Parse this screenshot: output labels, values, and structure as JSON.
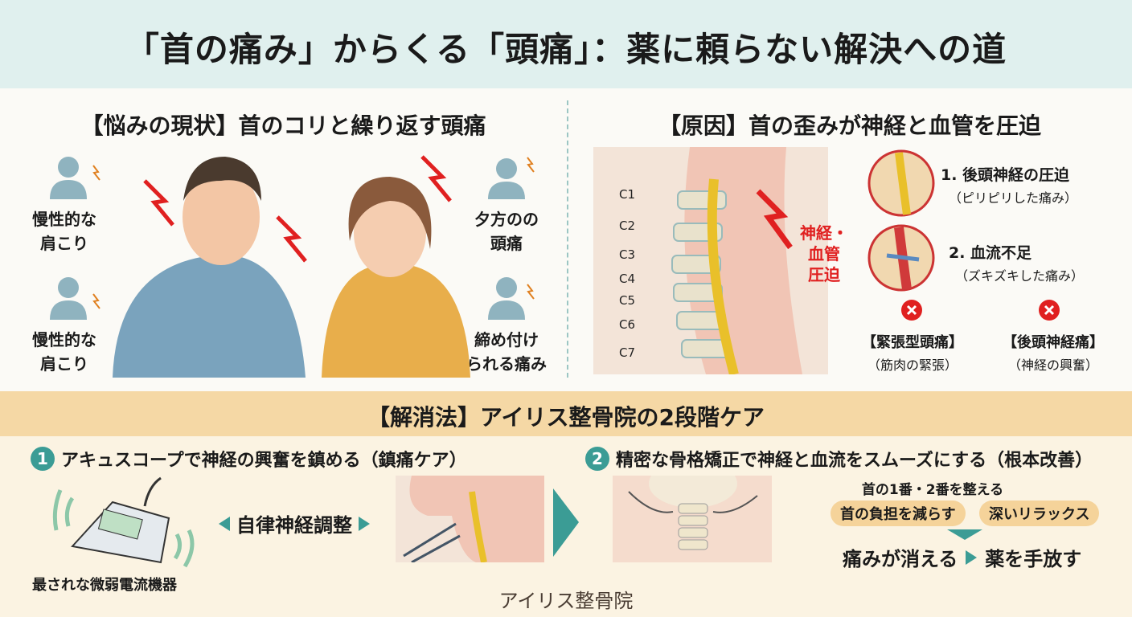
{
  "title": "「首の痛み」からくる「頭痛」：薬に頼らない解決への道",
  "current": {
    "heading": "【悩みの現状】首のコリと繰り返す頭痛",
    "symptoms": [
      {
        "line1": "慢性的な",
        "line2": "肩こり"
      },
      {
        "line1": "慢性的な",
        "line2": "肩こり"
      },
      {
        "line1": "夕方のの",
        "line2": "頭痛"
      },
      {
        "line1": "締め付け",
        "line2": "られる痛み"
      }
    ]
  },
  "cause": {
    "heading": "【原因】首の歪みが神経と血管を圧迫",
    "vertebrae": [
      "C1",
      "C2",
      "C3",
      "C4",
      "C5",
      "C6",
      "C7"
    ],
    "compression_label": [
      "神経・",
      "血管",
      "圧迫"
    ],
    "points": [
      {
        "title": "1. 後頭神経の圧迫",
        "sub": "（ピリピリした痛み）"
      },
      {
        "title": "2. 血流不足",
        "sub": "（ズキズキした痛み）"
      }
    ],
    "results": [
      {
        "title": "【緊張型頭痛】",
        "sub": "（筋肉の緊張）"
      },
      {
        "title": "【後頭神経痛】",
        "sub": "（神経の興奮）"
      }
    ]
  },
  "solution": {
    "heading": "【解消法】アイリス整骨院の2段階ケア",
    "step1": {
      "num": "1",
      "title": "アキュスコープで神経の興奮を鎮める（鎮痛ケア）",
      "device_caption": "最されな微弱電流機器",
      "effect": "自律神経調整"
    },
    "step2": {
      "num": "2",
      "title": "精密な骨格矯正で神経と血流をスムーズにする（根本改善）",
      "subtitle": "首の1番・2番を整える",
      "pills": [
        "首の負担を減らす",
        "深いリラックス"
      ],
      "result1": "痛みが消える",
      "result2": "薬を手放す"
    }
  },
  "footer": "アイリス整骨院",
  "colors": {
    "teal": "#3b9c95",
    "red": "#e02020",
    "orange_band": "#f5d8a5",
    "title_band": "#e0f0ee"
  }
}
